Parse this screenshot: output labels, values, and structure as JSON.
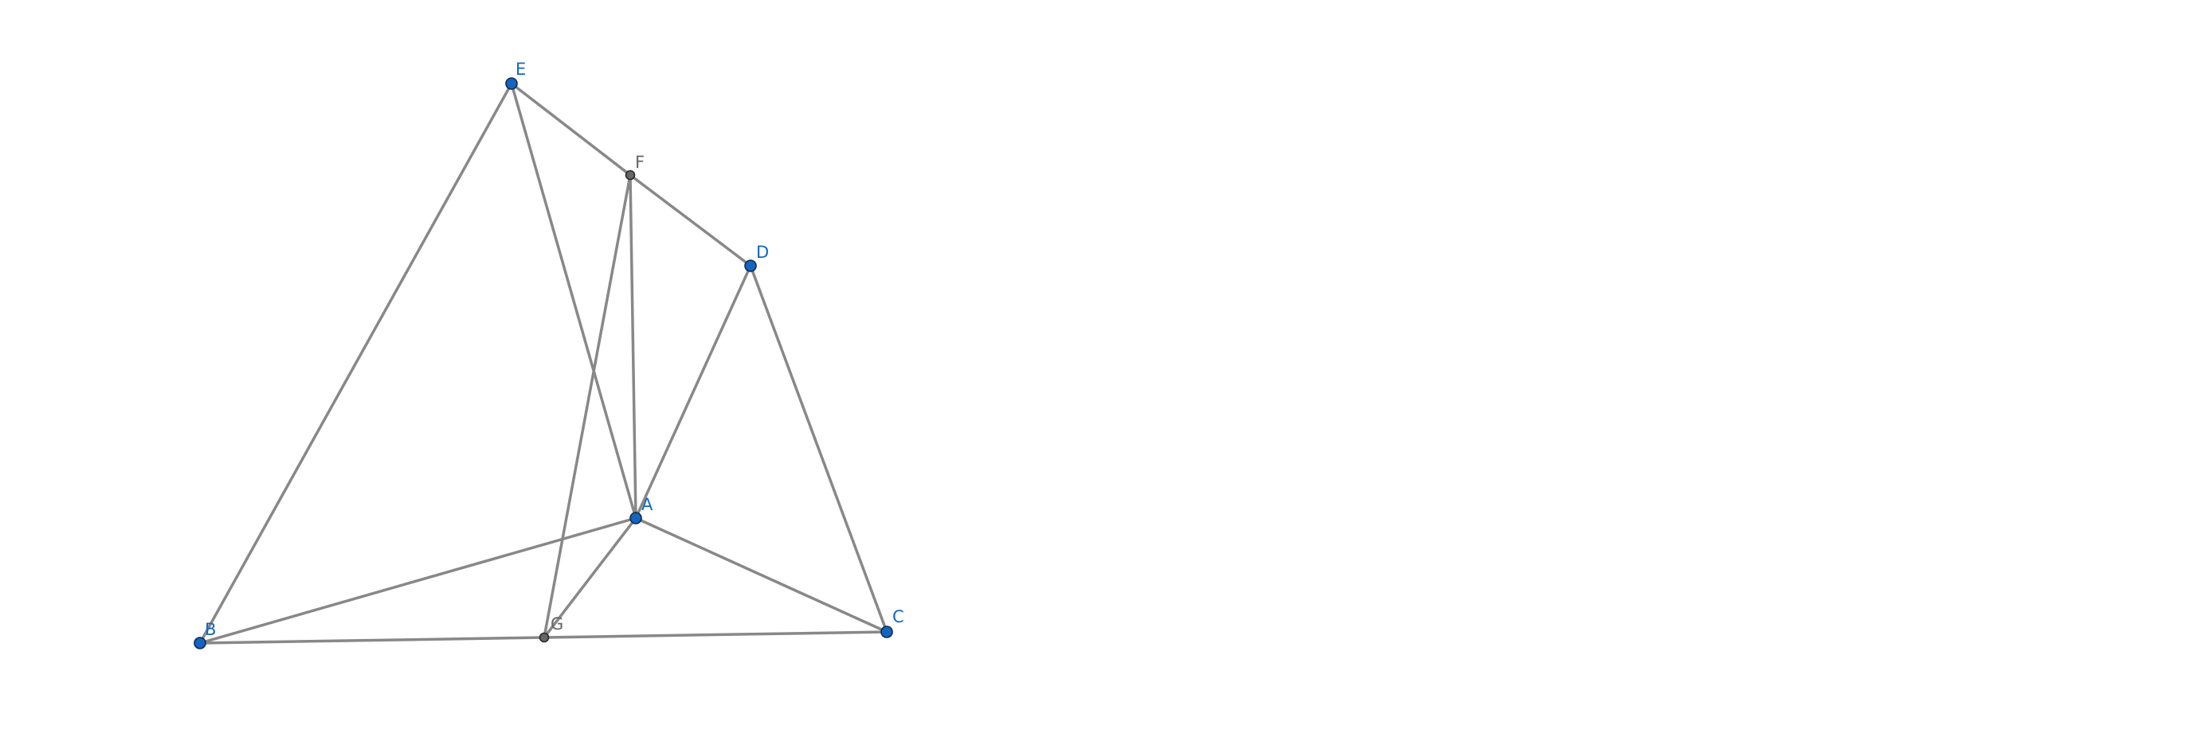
{
  "diagram": {
    "points": [
      {
        "id": "E",
        "label": "E",
        "kind": "free"
      },
      {
        "id": "F",
        "label": "F",
        "kind": "dependent"
      },
      {
        "id": "D",
        "label": "D",
        "kind": "free"
      },
      {
        "id": "A",
        "label": "A",
        "kind": "free"
      },
      {
        "id": "B",
        "label": "B",
        "kind": "free"
      },
      {
        "id": "G",
        "label": "G",
        "kind": "dependent"
      },
      {
        "id": "C",
        "label": "C",
        "kind": "free"
      }
    ],
    "segments": [
      [
        "E",
        "B"
      ],
      [
        "E",
        "A"
      ],
      [
        "E",
        "F"
      ],
      [
        "F",
        "D"
      ],
      [
        "F",
        "A"
      ],
      [
        "F",
        "G"
      ],
      [
        "D",
        "A"
      ],
      [
        "D",
        "C"
      ],
      [
        "B",
        "A"
      ],
      [
        "A",
        "C"
      ],
      [
        "A",
        "G"
      ],
      [
        "B",
        "G"
      ],
      [
        "G",
        "C"
      ]
    ],
    "colors": {
      "free_point": "#1565c0",
      "dependent_point": "#666666",
      "segment": "#888888"
    }
  }
}
